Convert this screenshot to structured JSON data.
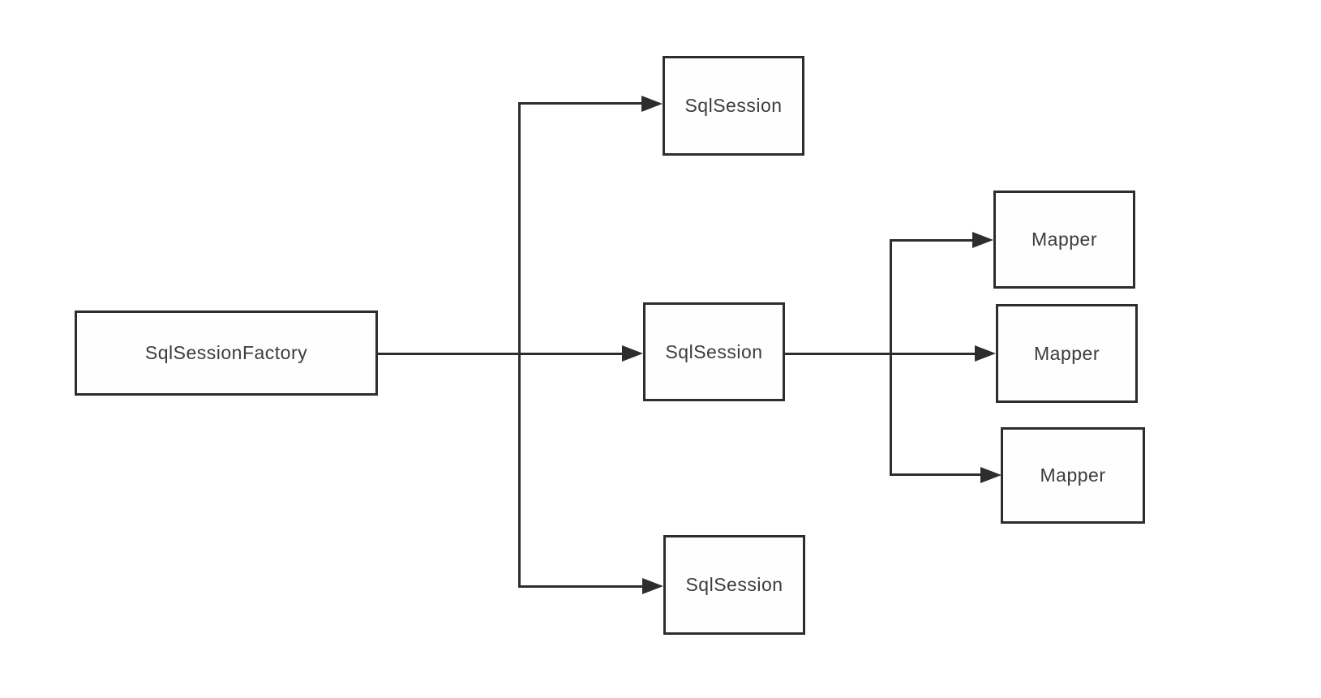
{
  "diagram": {
    "type": "flow-diagram",
    "background_color": "#ffffff",
    "colors": {
      "line": "#2d2d2d",
      "border": "#2d2d2d",
      "text": "#3c3c3c",
      "node_bg": "#fefefe"
    },
    "nodes": [
      {
        "id": "sql-session-factory",
        "label": "SqlSessionFactory"
      },
      {
        "id": "sql-session-top",
        "label": "SqlSession"
      },
      {
        "id": "sql-session-middle",
        "label": "SqlSession"
      },
      {
        "id": "sql-session-bottom",
        "label": "SqlSession"
      },
      {
        "id": "mapper-top",
        "label": "Mapper"
      },
      {
        "id": "mapper-middle",
        "label": "Mapper"
      },
      {
        "id": "mapper-bottom",
        "label": "Mapper"
      }
    ],
    "edges": [
      {
        "from": "sql-session-factory",
        "to": "sql-session-top"
      },
      {
        "from": "sql-session-factory",
        "to": "sql-session-middle"
      },
      {
        "from": "sql-session-factory",
        "to": "sql-session-bottom"
      },
      {
        "from": "sql-session-middle",
        "to": "mapper-top"
      },
      {
        "from": "sql-session-middle",
        "to": "mapper-middle"
      },
      {
        "from": "sql-session-middle",
        "to": "mapper-bottom"
      }
    ]
  }
}
